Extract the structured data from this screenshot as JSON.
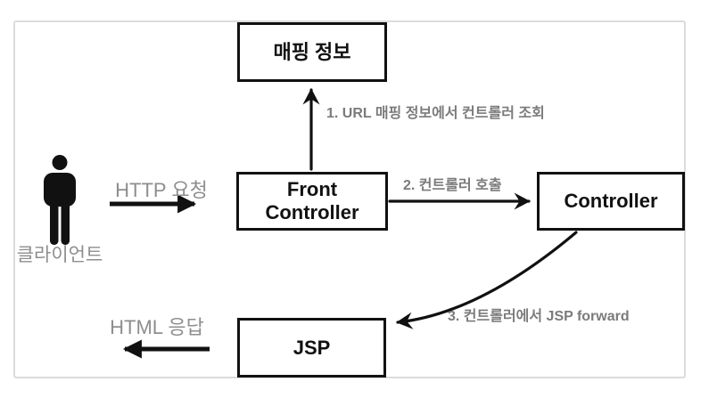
{
  "nodes": {
    "mapping": {
      "label": "매핑 정보"
    },
    "front_controller": {
      "line1": "Front",
      "line2": "Controller"
    },
    "controller": {
      "label": "Controller"
    },
    "jsp": {
      "label": "JSP"
    }
  },
  "actor": {
    "icon": "person-icon",
    "label": "클라이언트"
  },
  "edges": {
    "http_request": {
      "label": "HTTP 요청"
    },
    "html_response": {
      "label": "HTML 응답"
    },
    "step1": {
      "label": "1. URL 매핑 정보에서 컨트롤러 조회"
    },
    "step2": {
      "label": "2. 컨트롤러 호출"
    },
    "step3": {
      "label": "3. 컨트롤러에서 JSP forward"
    }
  },
  "colors": {
    "node_border": "#111111",
    "node_text": "#111111",
    "arrow": "#111111",
    "label_gray": "#8e8e8e",
    "step_label_gray": "#7b7b7b",
    "frame_border": "#dcdcdc",
    "background": "#ffffff"
  }
}
